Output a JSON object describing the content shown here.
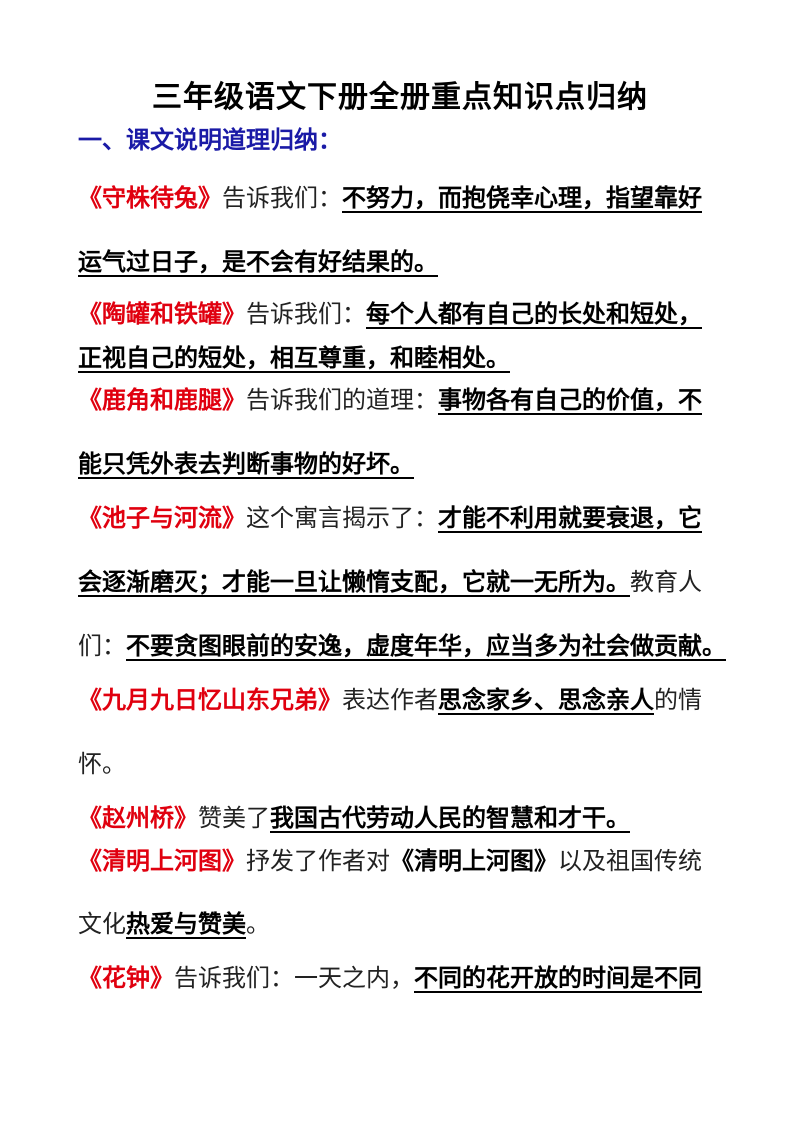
{
  "title": "三年级语文下册全册重点知识点归纳",
  "section_heading": "一、课文说明道理归纳：",
  "entries": [
    {
      "book": "《守株待兔》",
      "intro": "告诉我们：",
      "text_line1": "不努力，而抱侥幸心理，指望靠好",
      "text_line2": "运气过日子，是不会有好结果的。"
    },
    {
      "book": "《陶罐和铁罐》",
      "intro": "告诉我们：",
      "text_line1": "每个人都有自己的长处和短处，",
      "text_line2": "正视自己的短处，相互尊重，和睦相处。"
    },
    {
      "book": "《鹿角和鹿腿》",
      "intro": "告诉我们的道理：",
      "text_line1": "事物各有自己的价值，不",
      "text_line2": "能只凭外表去判断事物的好坏。"
    },
    {
      "book": "《池子与河流》",
      "intro": "这个寓言揭示了：",
      "text_line1": "才能不利用就要衰退，它",
      "text_line2": "会逐渐磨灭；才能一旦让懒惰支配，它就一无所为。",
      "tail": "教育人",
      "line3_prefix": "们：",
      "text_line3": "不要贪图眼前的安逸，虚度年华，应当多为社会做贡献。"
    },
    {
      "book": "《九月九日忆山东兄弟》",
      "intro": "表达作者",
      "text_line1": "思念家乡、思念亲人",
      "after": "的情",
      "line2_plain": "怀。"
    },
    {
      "book": "《赵州桥》",
      "intro": "赞美了",
      "text_line1": "我国古代劳动人民的智慧和才干。"
    },
    {
      "book": "《清明上河图》",
      "intro": "抒发了作者对",
      "book2": "《清明上河图》",
      "after": "以及祖国传统",
      "line2_plain": "文化",
      "text_line2": "热爱与赞美",
      "line2_end": "。"
    },
    {
      "book": "《花钟》",
      "intro": "告诉我们：一天之内，",
      "text_line1": "不同的花开放的时间是不同"
    }
  ]
}
